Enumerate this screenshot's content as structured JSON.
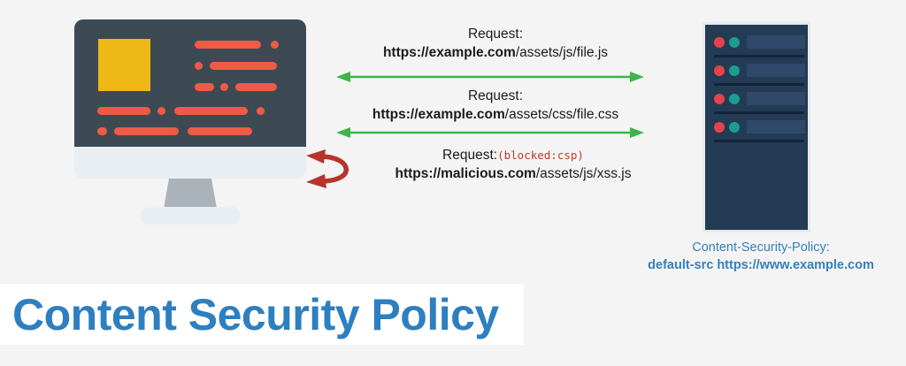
{
  "page": {
    "title": "Content Security Policy",
    "background_color": "#f4f4f4"
  },
  "colors": {
    "accent_blue": "#2e7fbf",
    "caption_blue": "#3580bd",
    "allowed_arrow_green": "#3cb54a",
    "blocked_arrow_red": "#b5342c",
    "blocked_tag_red": "#c0392b",
    "screen_dark": "#3d4a54",
    "screen_accent_orange": "#ef5b45",
    "screen_block_yellow": "#eeb817",
    "server_navy": "#233b54",
    "server_led_red": "#e8424a",
    "server_led_teal": "#1b9e8f"
  },
  "client": {
    "name": "desktop-monitor",
    "screen_block_label": "content-block"
  },
  "server": {
    "name": "web-server",
    "rows": [
      {
        "led_red": "red-indicator",
        "led_teal": "teal-indicator",
        "slot": "drive-bay"
      },
      {
        "led_red": "red-indicator",
        "led_teal": "teal-indicator",
        "slot": "drive-bay"
      },
      {
        "led_red": "red-indicator",
        "led_teal": "teal-indicator",
        "slot": "drive-bay"
      },
      {
        "led_red": "red-indicator",
        "led_teal": "teal-indicator",
        "slot": "drive-bay"
      }
    ]
  },
  "flows": [
    {
      "id": "request-js",
      "label_prefix": "Request:",
      "host": "https://example.com",
      "path": "/assets/js/file.js",
      "status": "allowed",
      "arrow": "double-headed-green",
      "blocked_tag": ""
    },
    {
      "id": "request-css",
      "label_prefix": "Request:",
      "host": "https://example.com",
      "path": "/assets/css/file.css",
      "status": "allowed",
      "arrow": "double-headed-green",
      "blocked_tag": ""
    },
    {
      "id": "request-xss",
      "label_prefix": "Request:",
      "host": "https://malicious.com",
      "path": "/assets/js/xss.js",
      "status": "blocked",
      "arrow": "bounced-red",
      "blocked_tag": "(blocked:csp)"
    }
  ],
  "csp_caption": {
    "header_name": "Content-Security-Policy:",
    "directive": "default-src https://www.example.com"
  }
}
